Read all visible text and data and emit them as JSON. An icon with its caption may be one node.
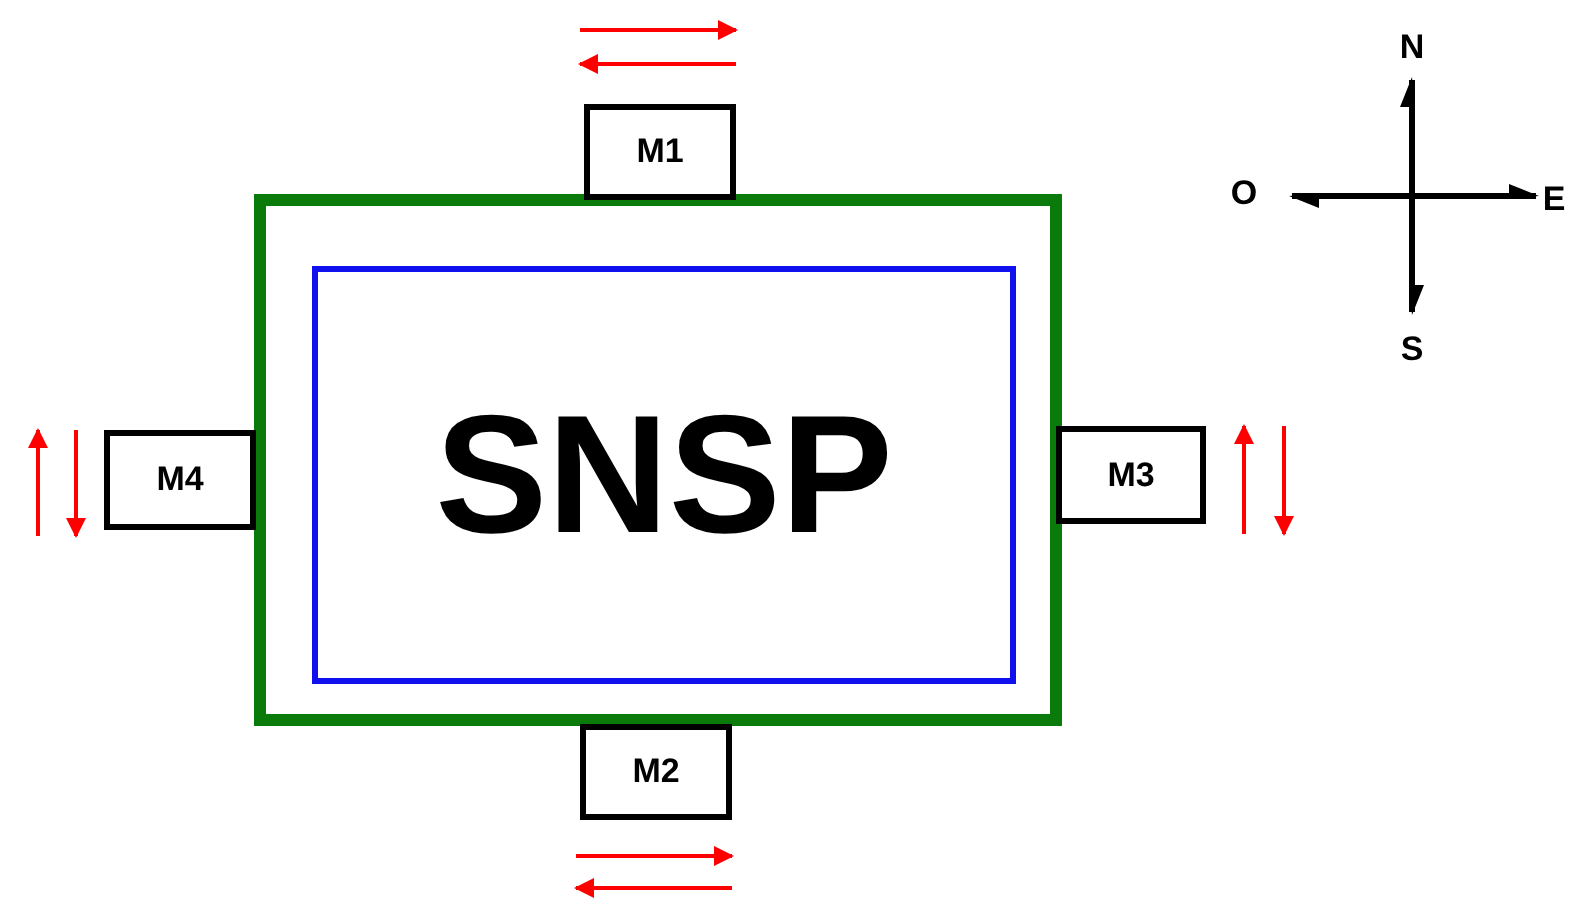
{
  "diagram": {
    "nodes": [
      {
        "text": [],
        "shape": "box"
      },
      {
        "text": [
          "SNSP"
        ],
        "in": 0
      },
      {
        "text": [
          "M1"
        ]
      },
      {
        "text": [
          "M4"
        ]
      },
      {
        "text": [
          "M3"
        ]
      },
      {
        "text": [
          "M2"
        ]
      }
    ],
    "labels": [
      "N",
      "O",
      "E",
      "S"
    ]
  }
}
